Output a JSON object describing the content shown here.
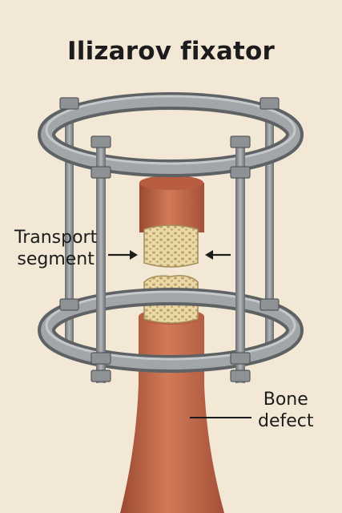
{
  "title": "Ilizarov fixator",
  "labels": {
    "transport_line1": "Transport",
    "transport_line2": "segment",
    "defect_line1": "Bone",
    "defect_line2": "defect"
  },
  "colors": {
    "background": "#f3e8d6",
    "ring_metal": "#8d9093",
    "ring_dark": "#5f6265",
    "bone": "#c9674a",
    "bone_dark": "#9a4a32",
    "graft": "#e9d7a3",
    "graft_dot": "#b8a06a"
  }
}
